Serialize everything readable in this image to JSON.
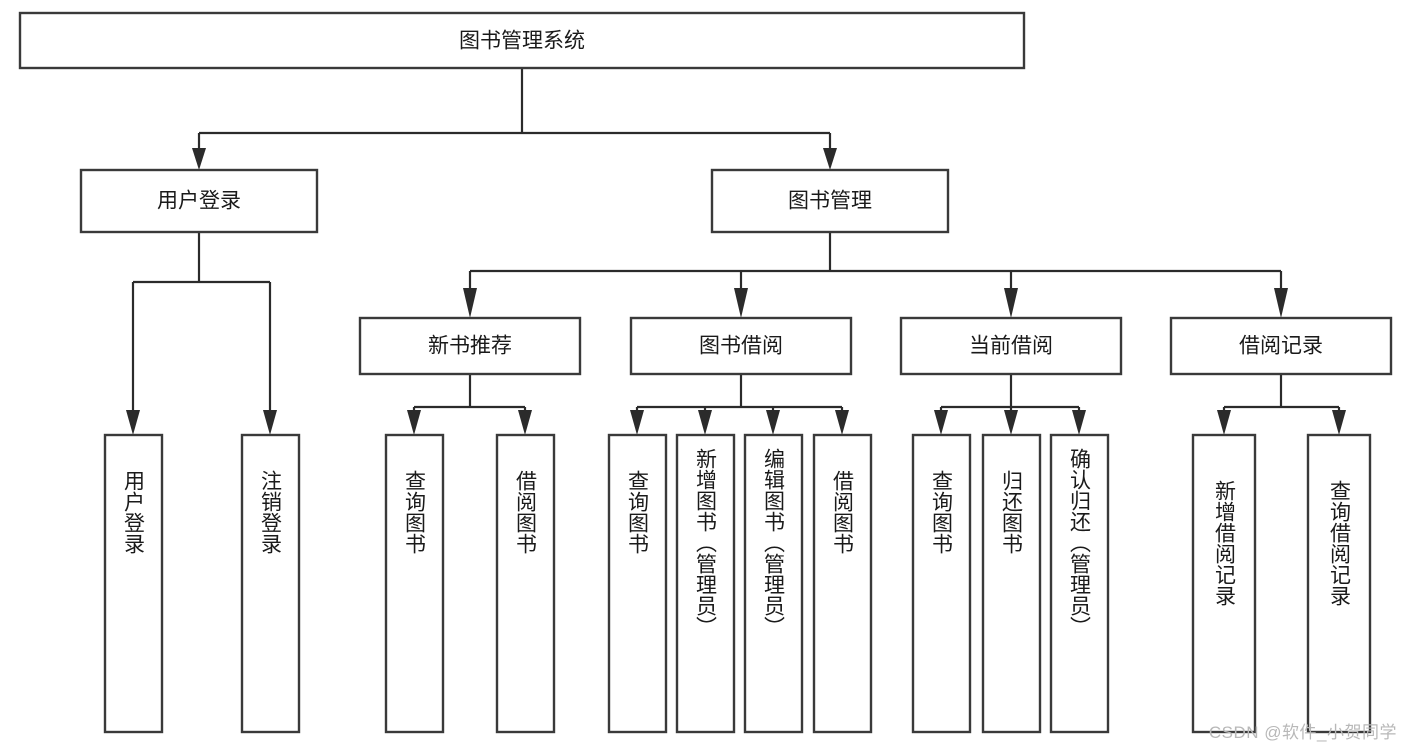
{
  "diagram": {
    "title_node": {
      "label": "图书管理系统"
    },
    "level2": [
      {
        "id": "user-login",
        "label": "用户登录"
      },
      {
        "id": "book-management",
        "label": "图书管理"
      }
    ],
    "level3": [
      {
        "id": "new-book-recommend",
        "label": "新书推荐"
      },
      {
        "id": "book-borrow",
        "label": "图书借阅"
      },
      {
        "id": "current-borrow",
        "label": "当前借阅"
      },
      {
        "id": "borrow-record",
        "label": "借阅记录"
      }
    ],
    "leaves": [
      {
        "id": "leaf-user-login",
        "label": "用户登录",
        "parent": "user-login"
      },
      {
        "id": "leaf-logout-login",
        "label": "注销登录",
        "parent": "user-login"
      },
      {
        "id": "leaf-query-book-1",
        "label": "查询图书",
        "parent": "new-book-recommend"
      },
      {
        "id": "leaf-borrow-book-1",
        "label": "借阅图书",
        "parent": "new-book-recommend"
      },
      {
        "id": "leaf-query-book-2",
        "label": "查询图书",
        "parent": "book-borrow"
      },
      {
        "id": "leaf-add-book",
        "label": "新增图书（管理员）",
        "parent": "book-borrow"
      },
      {
        "id": "leaf-edit-book",
        "label": "编辑图书（管理员）",
        "parent": "book-borrow"
      },
      {
        "id": "leaf-borrow-book-2",
        "label": "借阅图书",
        "parent": "book-borrow"
      },
      {
        "id": "leaf-query-book-3",
        "label": "查询图书",
        "parent": "current-borrow"
      },
      {
        "id": "leaf-return-book",
        "label": "归还图书",
        "parent": "current-borrow"
      },
      {
        "id": "leaf-confirm-return",
        "label": "确认归还（管理员）",
        "parent": "current-borrow"
      },
      {
        "id": "leaf-add-record",
        "label": "新增借阅记录",
        "parent": "borrow-record"
      },
      {
        "id": "leaf-query-record",
        "label": "查询借阅记录",
        "parent": "borrow-record"
      }
    ]
  },
  "watermark": {
    "text": "CSDN @软件_小贺同学"
  },
  "chart_data": {
    "type": "tree",
    "title": "图书管理系统",
    "orientation": "top-down",
    "nodes": [
      {
        "id": "root",
        "label": "图书管理系统",
        "level": 1,
        "parent": null
      },
      {
        "id": "user-login",
        "label": "用户登录",
        "level": 2,
        "parent": "root"
      },
      {
        "id": "book-management",
        "label": "图书管理",
        "level": 2,
        "parent": "root"
      },
      {
        "id": "new-book-recommend",
        "label": "新书推荐",
        "level": 3,
        "parent": "book-management"
      },
      {
        "id": "book-borrow",
        "label": "图书借阅",
        "level": 3,
        "parent": "book-management"
      },
      {
        "id": "current-borrow",
        "label": "当前借阅",
        "level": 3,
        "parent": "book-management"
      },
      {
        "id": "borrow-record",
        "label": "借阅记录",
        "level": 3,
        "parent": "book-management"
      },
      {
        "id": "leaf-user-login",
        "label": "用户登录",
        "level": 3,
        "parent": "user-login"
      },
      {
        "id": "leaf-logout-login",
        "label": "注销登录",
        "level": 3,
        "parent": "user-login"
      },
      {
        "id": "leaf-query-book-1",
        "label": "查询图书",
        "level": 4,
        "parent": "new-book-recommend"
      },
      {
        "id": "leaf-borrow-book-1",
        "label": "借阅图书",
        "level": 4,
        "parent": "new-book-recommend"
      },
      {
        "id": "leaf-query-book-2",
        "label": "查询图书",
        "level": 4,
        "parent": "book-borrow"
      },
      {
        "id": "leaf-add-book",
        "label": "新增图书（管理员）",
        "level": 4,
        "parent": "book-borrow"
      },
      {
        "id": "leaf-edit-book",
        "label": "编辑图书（管理员）",
        "level": 4,
        "parent": "book-borrow"
      },
      {
        "id": "leaf-borrow-book-2",
        "label": "借阅图书",
        "level": 4,
        "parent": "book-borrow"
      },
      {
        "id": "leaf-query-book-3",
        "label": "查询图书",
        "level": 4,
        "parent": "current-borrow"
      },
      {
        "id": "leaf-return-book",
        "label": "归还图书",
        "level": 4,
        "parent": "current-borrow"
      },
      {
        "id": "leaf-confirm-return",
        "label": "确认归还（管理员）",
        "level": 4,
        "parent": "current-borrow"
      },
      {
        "id": "leaf-add-record",
        "label": "新增借阅记录",
        "level": 4,
        "parent": "borrow-record"
      },
      {
        "id": "leaf-query-record",
        "label": "查询借阅记录",
        "level": 4,
        "parent": "borrow-record"
      }
    ],
    "colors": {
      "box_fill": "#ffffff",
      "box_stroke": "#3a3a3a",
      "connector": "#2b2b2b",
      "text": "#1a1a1a",
      "watermark": "#b8b8b8"
    }
  }
}
